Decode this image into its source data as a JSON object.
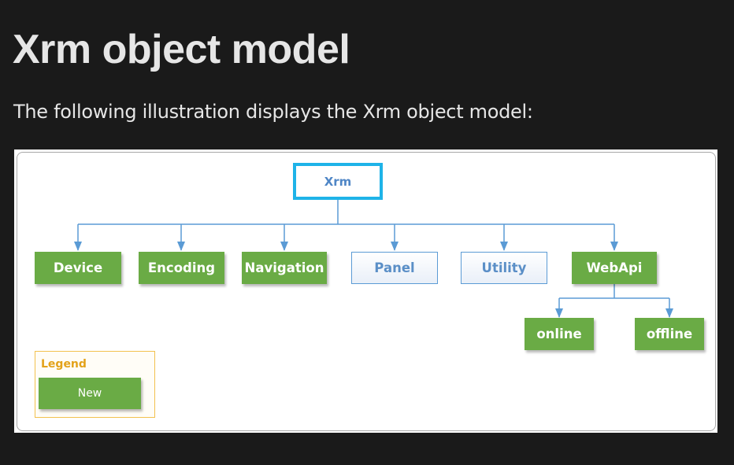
{
  "page": {
    "title": "Xrm object model",
    "intro": "The following illustration displays the Xrm object model:"
  },
  "diagram": {
    "colors": {
      "new_fill": "#6aab45",
      "existing_border": "#5b9bd5",
      "root_border": "#1eb3e8",
      "connector": "#5b9bd5",
      "legend_border": "#f2c14e",
      "legend_title": "#e3a21a"
    },
    "root": {
      "label": "Xrm"
    },
    "namespaces": [
      {
        "label": "Device",
        "kind": "new"
      },
      {
        "label": "Encoding",
        "kind": "new"
      },
      {
        "label": "Navigation",
        "kind": "new"
      },
      {
        "label": "Panel",
        "kind": "existing"
      },
      {
        "label": "Utility",
        "kind": "existing"
      },
      {
        "label": "WebApi",
        "kind": "new"
      }
    ],
    "webapi_children": [
      {
        "label": "online",
        "kind": "new"
      },
      {
        "label": "offline",
        "kind": "new"
      }
    ],
    "legend": {
      "title": "Legend",
      "new_label": "New"
    }
  }
}
